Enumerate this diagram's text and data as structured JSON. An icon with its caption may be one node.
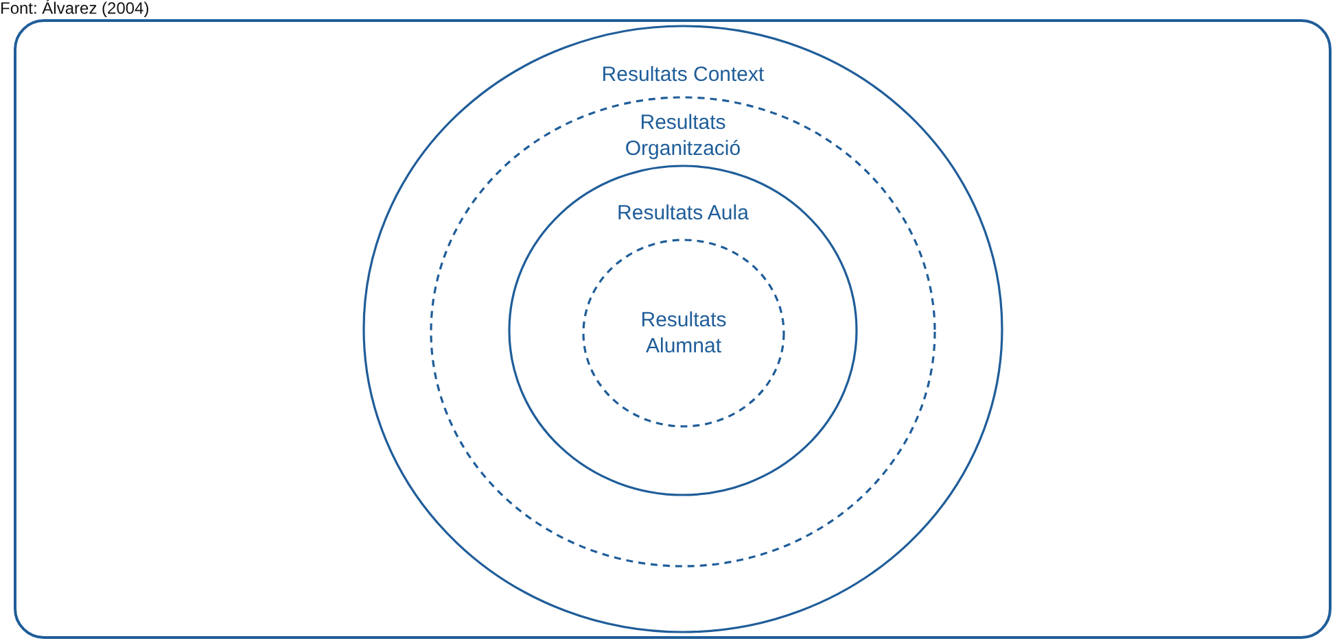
{
  "diagram": {
    "caption": "Font: Álvarez (2004)",
    "nodes": [
      {
        "text": [
          "Resultats Context"
        ]
      },
      {
        "text": [
          "Resultats Organització"
        ],
        "in": 0
      },
      {
        "text": [
          "Resultats Aula"
        ],
        "in": 1
      },
      {
        "text": [
          "Resultats Alumnat"
        ],
        "in": 2
      }
    ],
    "edges": []
  }
}
